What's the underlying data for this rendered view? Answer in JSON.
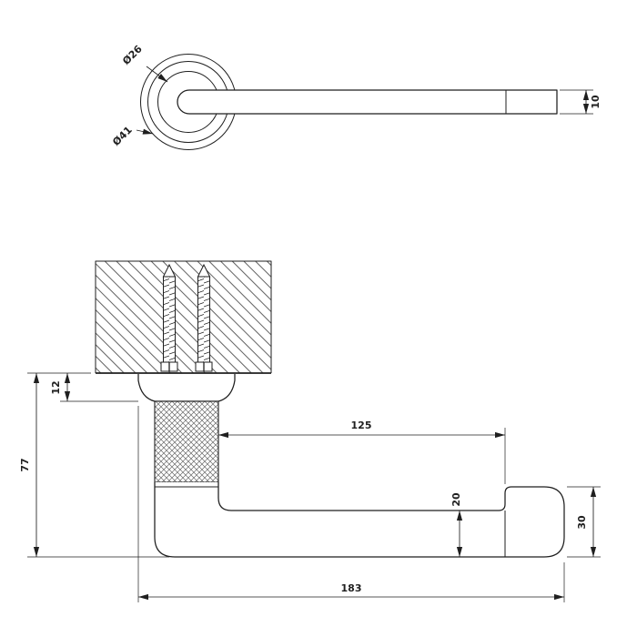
{
  "drawing": {
    "top_view": {
      "inner_diameter_label": "Ø26",
      "outer_diameter_label": "Ø41",
      "bar_thickness_label": "10"
    },
    "front_view": {
      "flange_thickness_label": "12",
      "overall_depth_label": "77",
      "clearance_length_label": "125",
      "bar_height_label": "20",
      "end_height_label": "30",
      "overall_length_label": "183"
    },
    "colors": {
      "line": "#1f1f1f",
      "background": "#ffffff"
    }
  }
}
